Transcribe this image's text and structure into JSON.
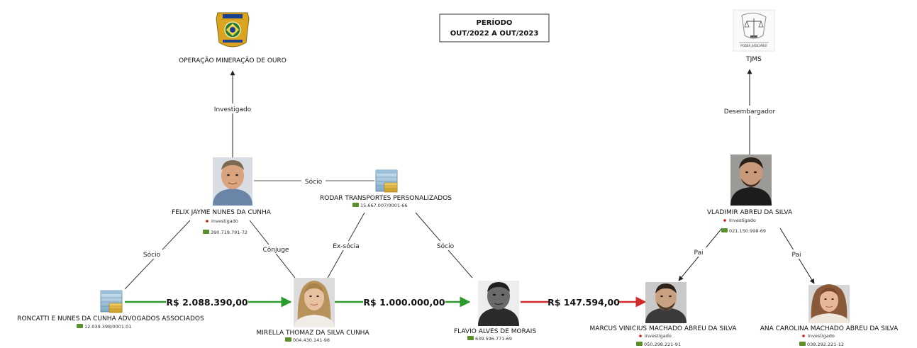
{
  "period": {
    "line1": "PERÍODO",
    "line2": "OUT/2022 A OUT/2023"
  },
  "nodes": {
    "operacao": {
      "label": "OPERAÇÃO MINERAÇÃO DE OURO",
      "icon": "police-badge-icon"
    },
    "tjms": {
      "label": "TJMS",
      "icon": "court-seal-icon",
      "seal_text": "PODER JUDICIÁRIO"
    },
    "felix": {
      "label": "FELIX JAYME NUNES DA CUNHA",
      "status": "Investigado",
      "doc": "390.719.791-72"
    },
    "rodar": {
      "label": "RODAR TRANSPORTES PERSONALIZADOS",
      "doc": "15.667.007/0001-66"
    },
    "vladimir": {
      "label": "VLADIMIR ABREU DA SILVA",
      "status": "Investigado",
      "doc": "021.150.998-69"
    },
    "roncatti": {
      "label": "RONCATTI E NUNES DA CUNHA ADVOGADOS ASSOCIADOS",
      "doc": "12.039.398/0001-01"
    },
    "mirella": {
      "label": "MIRELLA THOMAZ DA SILVA CUNHA",
      "doc": "004.430.141-98"
    },
    "flavio": {
      "label": "FLAVIO ALVES DE MORAIS",
      "doc": "639.596.771-69"
    },
    "marcus": {
      "label": "MARCUS VINICIUS MACHADO ABREU DA SILVA",
      "status": "Investigado",
      "doc": "050.298.221-91"
    },
    "ana": {
      "label": "ANA CAROLINA MACHADO ABREU DA SILVA",
      "status": "Investigado",
      "doc": "038.292.221-12"
    }
  },
  "edges": {
    "investigado": "Investigado",
    "desembargador": "Desembargador",
    "felix_rodar": "Sócio",
    "felix_roncatti": "Sócio",
    "felix_mirella": "Cônjuge",
    "rodar_mirella": "Ex-sócia",
    "rodar_flavio": "Sócio",
    "vladimir_marcus": "Pai",
    "vladimir_ana": "Pai"
  },
  "transfers": {
    "roncatti_mirella": "R$ 2.088.390,00",
    "mirella_flavio": "R$ 1.000.000,00",
    "flavio_marcus": "R$ 147.594,00"
  },
  "colors": {
    "transfer_green": "#2e9a2e",
    "transfer_red": "#d22b2b",
    "investigado_dot": "#d01818",
    "doc_badge": "#5a8f2a",
    "badge_gold": "#d9a521"
  }
}
